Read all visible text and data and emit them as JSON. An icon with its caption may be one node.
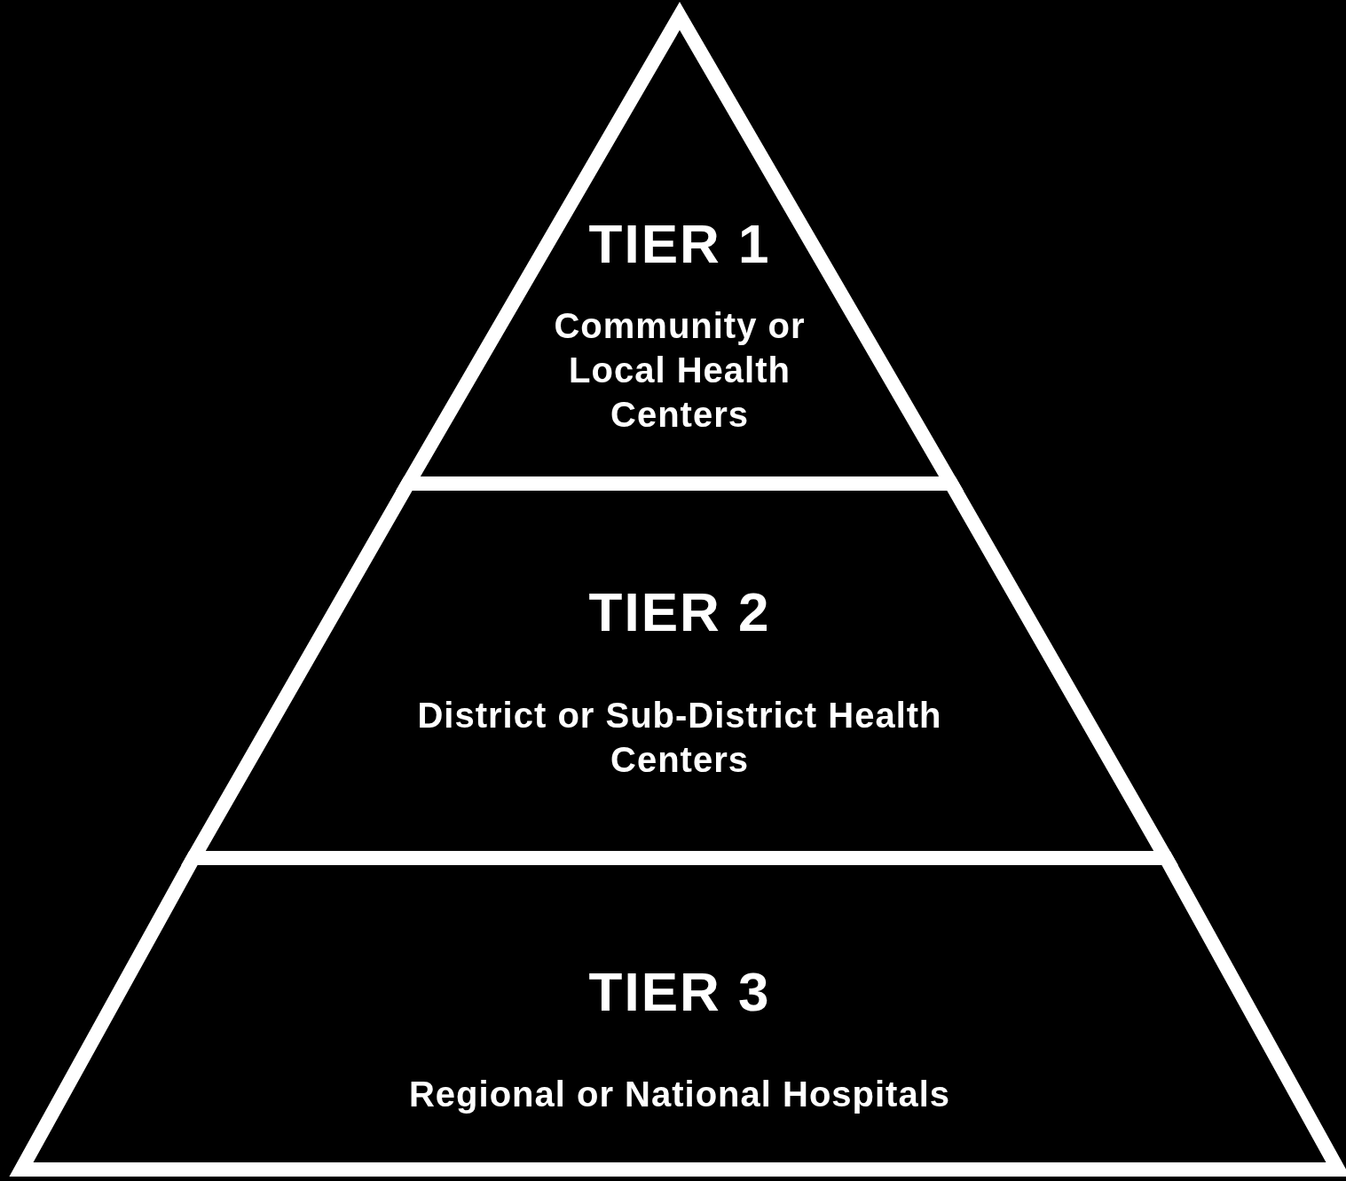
{
  "diagram": {
    "nodes": [
      {
        "text": [
          "TIER 1",
          "Community or Local Health Centers"
        ]
      },
      {
        "text": [
          "TIER 2",
          "District or Sub-District Health Centers"
        ]
      },
      {
        "text": [
          "TIER 3",
          "Regional or National Hospitals"
        ]
      }
    ]
  }
}
